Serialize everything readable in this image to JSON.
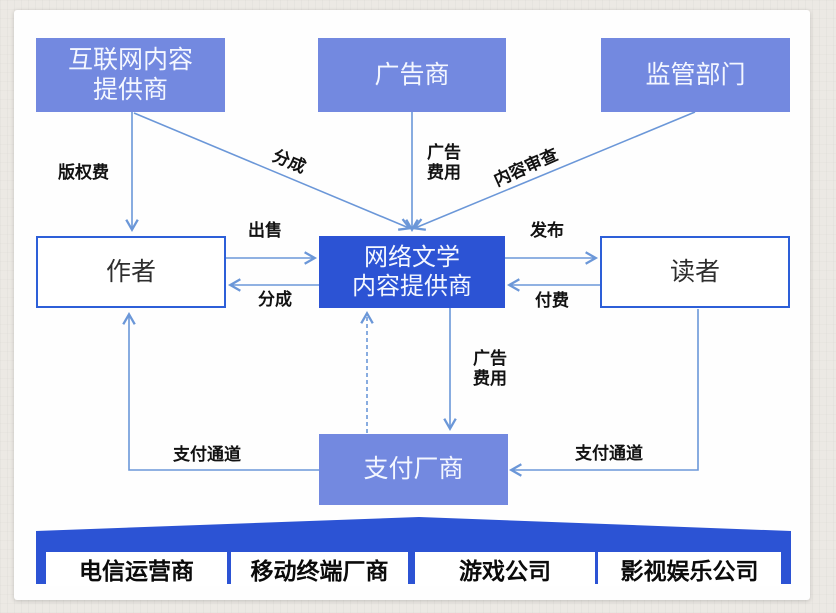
{
  "diagram": {
    "nodes": {
      "internet_content_provider": {
        "line1": "互联网内容",
        "line2": "提供商"
      },
      "advertiser": {
        "label": "广告商"
      },
      "regulator": {
        "label": "监管部门"
      },
      "author": {
        "label": "作者"
      },
      "network_literature_provider": {
        "line1": "网络文学",
        "line2": "内容提供商"
      },
      "reader": {
        "label": "读者"
      },
      "payment_vendor": {
        "label": "支付厂商"
      }
    },
    "edges": {
      "copyright_fee": "版权费",
      "revenue_share_top": "分成",
      "ad_fee_top": {
        "line1": "广告",
        "line2": "费用"
      },
      "content_review": "内容审查",
      "sell": "出售",
      "revenue_share_mid": "分成",
      "publish": "发布",
      "pay": "付费",
      "ad_fee_bottom": {
        "line1": "广告",
        "line2": "费用"
      },
      "payment_channel_left": "支付通道",
      "payment_channel_right": "支付通道"
    },
    "bottom_band": {
      "items": [
        "电信运营商",
        "移动终端厂商",
        "游戏公司",
        "影视娱乐公司"
      ]
    },
    "colors": {
      "light_node": "#7389E0",
      "primary_node": "#2C53D4",
      "band": "#2C53D4",
      "arrow": "#6B97D8",
      "white_node_border": "#2D5FD8"
    }
  }
}
